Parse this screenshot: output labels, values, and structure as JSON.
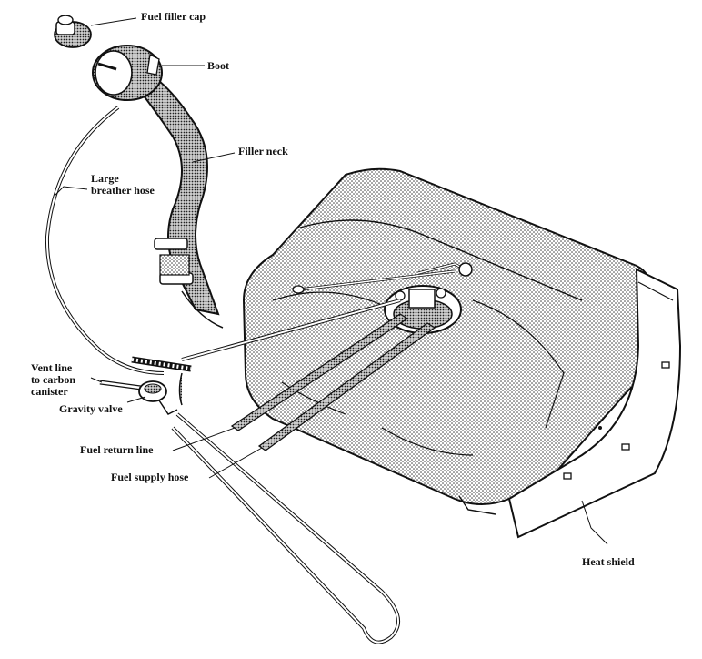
{
  "labels": {
    "fuel_filler_cap": "Fuel filler cap",
    "boot": "Boot",
    "filler_neck": "Filler neck",
    "large_breather_hose_1": "Large",
    "large_breather_hose_2": "breather hose",
    "vent_line_1": "Vent line",
    "vent_line_2": "to carbon",
    "vent_line_3": "canister",
    "gravity_valve": "Gravity valve",
    "fuel_return_line": "Fuel return line",
    "fuel_supply_hose": "Fuel supply hose",
    "heat_shield": "Heat shield"
  },
  "colors": {
    "ink": "#111111",
    "stipple": "#8a8a8a",
    "paper": "#ffffff"
  }
}
